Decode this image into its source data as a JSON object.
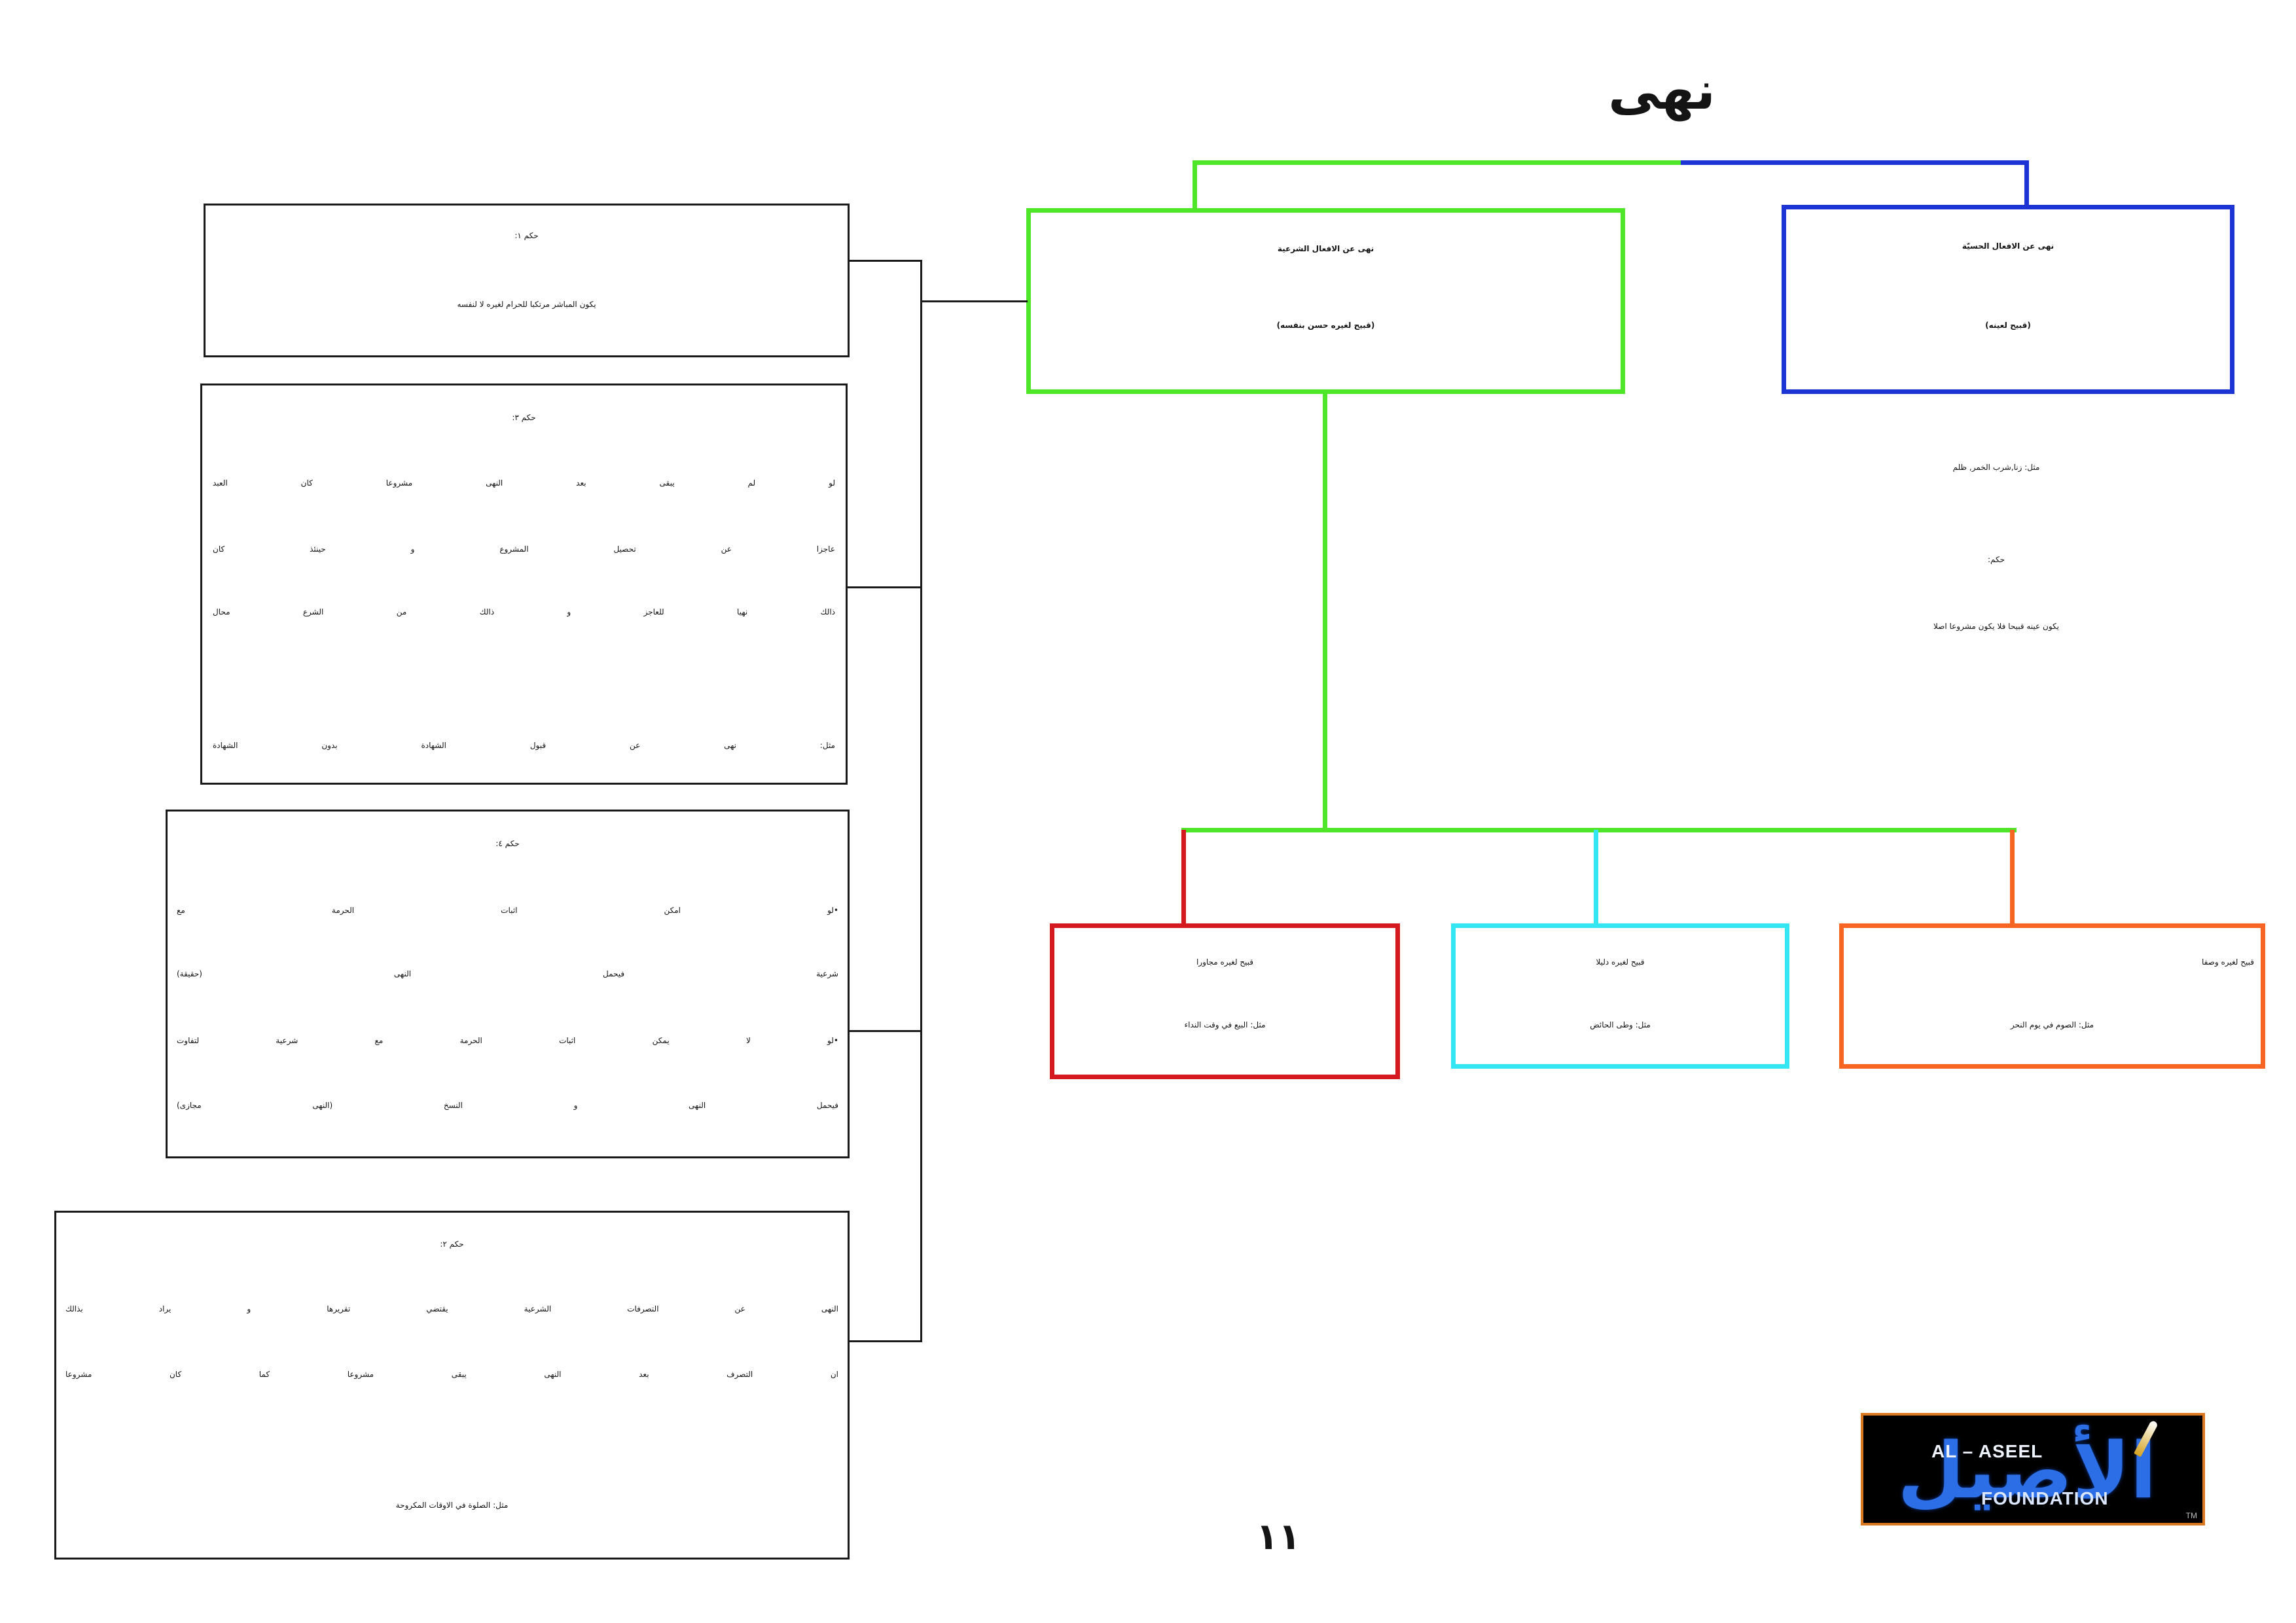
{
  "title": "نهی",
  "page_number": "١١",
  "colors": {
    "sensory": "#1c34d4",
    "legal": "#4fe62a",
    "adjacent": "#d4191f",
    "evidence": "#33e6f2",
    "attribute": "#f86421",
    "ruling_border": "#1a1a1a",
    "logo_border": "#d9781f"
  },
  "sensory_branch": {
    "title": "نهی عن الافعال الحسیّة",
    "subtitle": "(قبیح لعینه)",
    "example": "مثل: زنا,شرب الخمر, ظلم",
    "ruling_label": "حکم:",
    "ruling_text": "یکون عینه قبیحا فلا یکون مشروعا اصلا"
  },
  "legal_branch": {
    "title": "نهی عن الافعال الشرعیة",
    "subtitle": "(قبیح لغیره حسن بنفسه)",
    "subtypes": {
      "attribute": {
        "title": "قبیح لغیره وصفا",
        "example": "مثل: الصوم في یوم النحر"
      },
      "evidence": {
        "title": "قبیح لغیره دلیلا",
        "example": "مثل: وطی الحائض"
      },
      "adjacent": {
        "title": "قبیح لغیره مجاورا",
        "example": "مثل: البیع في وقت النداء"
      }
    },
    "rulings": {
      "ruling_1": {
        "label": "حکم ١:",
        "lines": [
          "یکون المباشر مرتکبا للحرام لغیره لا لنفسه"
        ]
      },
      "ruling_3": {
        "label": "حکم ٣:",
        "lines": [
          "لو لم یبقی بعد النهی مشروعا کان العبد",
          "عاجزا عن تحصیل المشروع و حینئذ کان",
          "ذالك نهیا للعاجز و ذالك من الشرع محال"
        ],
        "example": "مثل: نهی عن قبول الشهادة بدون الشهادة"
      },
      "ruling_4": {
        "label": "حکم ٤:",
        "lines": [
          "•لو امکن اثبات الحرمة مع",
          "شرعیة فیحمل النهی (حقیقة)",
          "•لو لا یمکن اثبات الحرمة مع شرعیة لتفاوت",
          "فیحمل النهی و النسخ (النهی مجازی)"
        ]
      },
      "ruling_2": {
        "label": "حکم ٢:",
        "lines": [
          "النهی عن التصرفات الشرعیة یقتضي تقریرها و یراد بذالك",
          "ان التصرف بعد النهی یبقی مشروعا کما کان مشروعا"
        ],
        "example": "مثل: الصلوة في الاوقات المکروحة"
      }
    }
  },
  "logo": {
    "arabic": "الأصيل",
    "line1": "AL – ASEEL",
    "line2": "FOUNDATION",
    "tm": "TM"
  }
}
